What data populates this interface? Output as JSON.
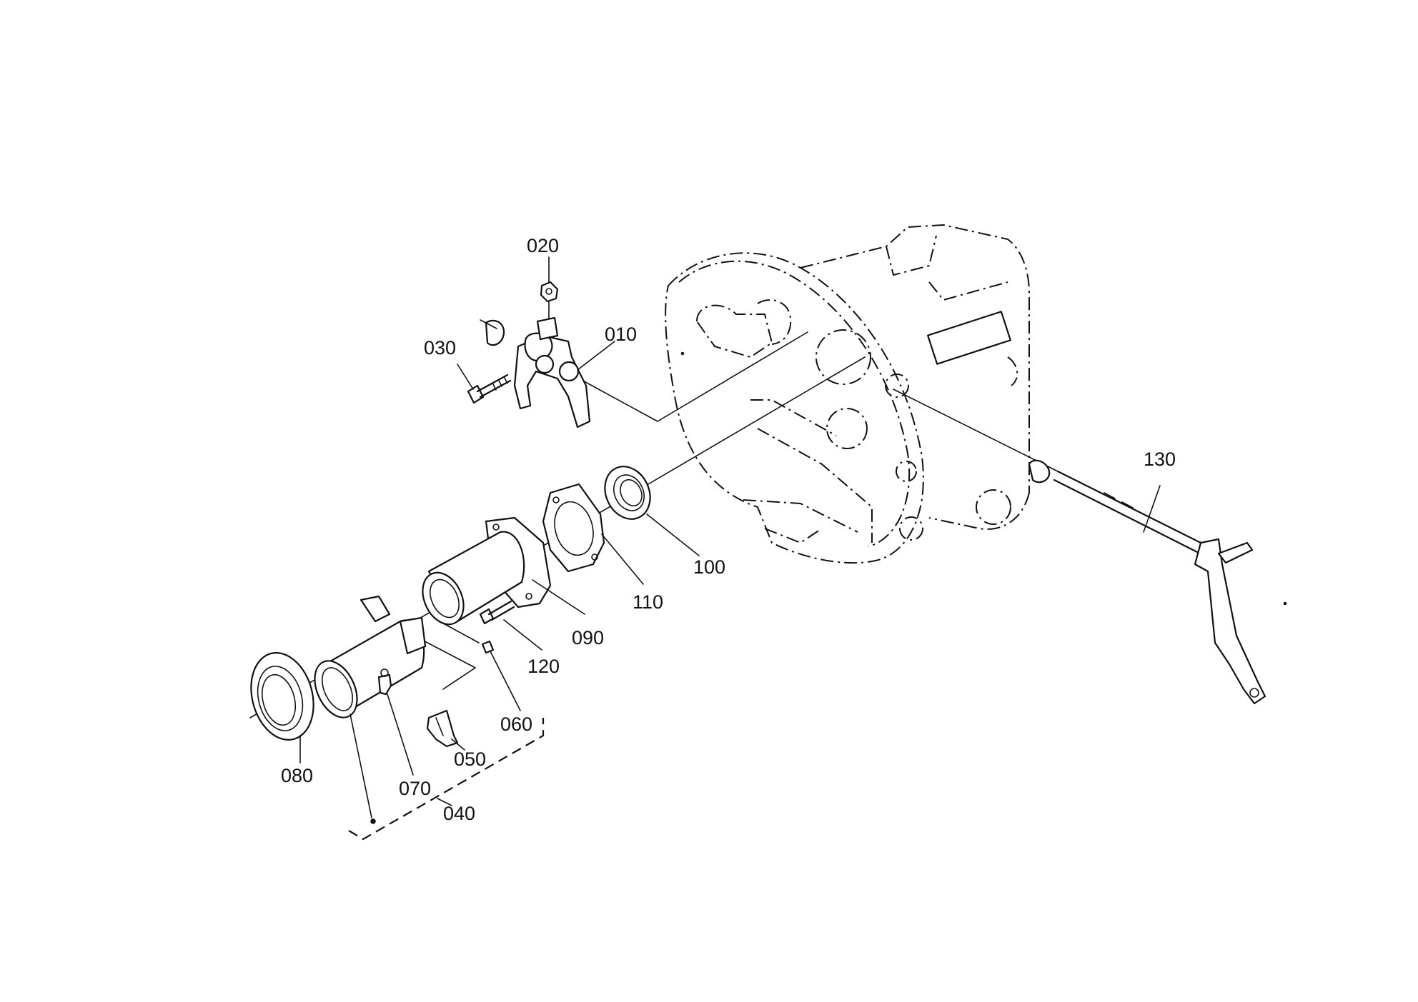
{
  "diagram": {
    "type": "exploded-parts-view",
    "line_color": "#111111",
    "background": "#ffffff"
  },
  "labels": {
    "p010": "010",
    "p020": "020",
    "p030": "030",
    "p040": "040",
    "p050": "050",
    "p060": "060",
    "p070": "070",
    "p080": "080",
    "p090": "090",
    "p100": "100",
    "p110": "110",
    "p120": "120",
    "p130": "130"
  }
}
